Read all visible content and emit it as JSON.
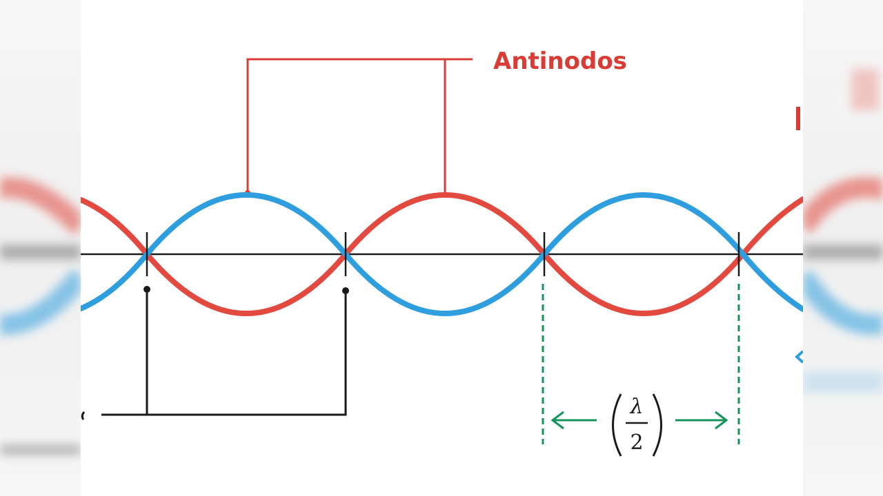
{
  "labels": {
    "antinodes": "Antinodos",
    "fraction_numerator": "λ",
    "fraction_denominator": "2"
  },
  "colors": {
    "red_wave": "#e2493f",
    "blue_wave": "#2e9ede",
    "axis": "#1a1a1a",
    "antinode_label": "#d93c34",
    "half_wavelength_marker": "#14935a"
  }
}
